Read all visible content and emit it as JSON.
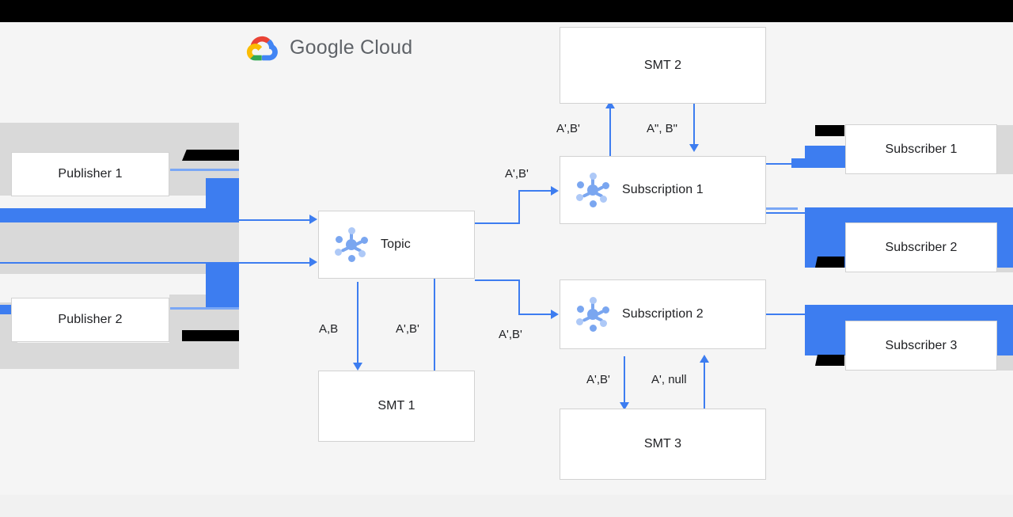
{
  "brand": {
    "name": "Google Cloud",
    "word_google": "Google",
    "word_cloud": "Cloud",
    "colors": {
      "red": "#ea4335",
      "yellow": "#fbbc04",
      "green": "#34a853",
      "blue": "#4285f4",
      "text": "#5f6368"
    }
  },
  "theme": {
    "accent": "#3d7df0",
    "panel_bg": "#f5f5f5",
    "node_bg": "#ffffff",
    "node_border": "#d2d2d2",
    "text": "#202124",
    "icon_blue": "#7aa6f0",
    "icon_pale_blue": "#aec9f7",
    "glitch_gray": "#d9d9d9",
    "glitch_black": "#000000"
  },
  "nodes": {
    "publisher_1": "Publisher 1",
    "publisher_2": "Publisher 2",
    "topic": "Topic",
    "smt_1": "SMT 1",
    "smt_2": "SMT 2",
    "smt_3": "SMT 3",
    "subscription_1": "Subscription 1",
    "subscription_2": "Subscription 2",
    "subscriber_1": "Subscriber 1",
    "subscriber_2": "Subscriber 2",
    "subscriber_3": "Subscriber 3"
  },
  "edge_labels": {
    "topic_to_smt1": "A,B",
    "smt1_to_topic": "A',B'",
    "topic_to_sub1": "A',B'",
    "topic_to_sub2": "A',B'",
    "sub1_to_smt2": "A',B'",
    "smt2_to_sub1": "A\", B\"",
    "sub2_to_smt3": "A',B'",
    "smt3_to_sub2": "A', null"
  },
  "icons": {
    "pubsub": "pubsub-hub-icon",
    "cloud": "google-cloud-logo-icon"
  }
}
